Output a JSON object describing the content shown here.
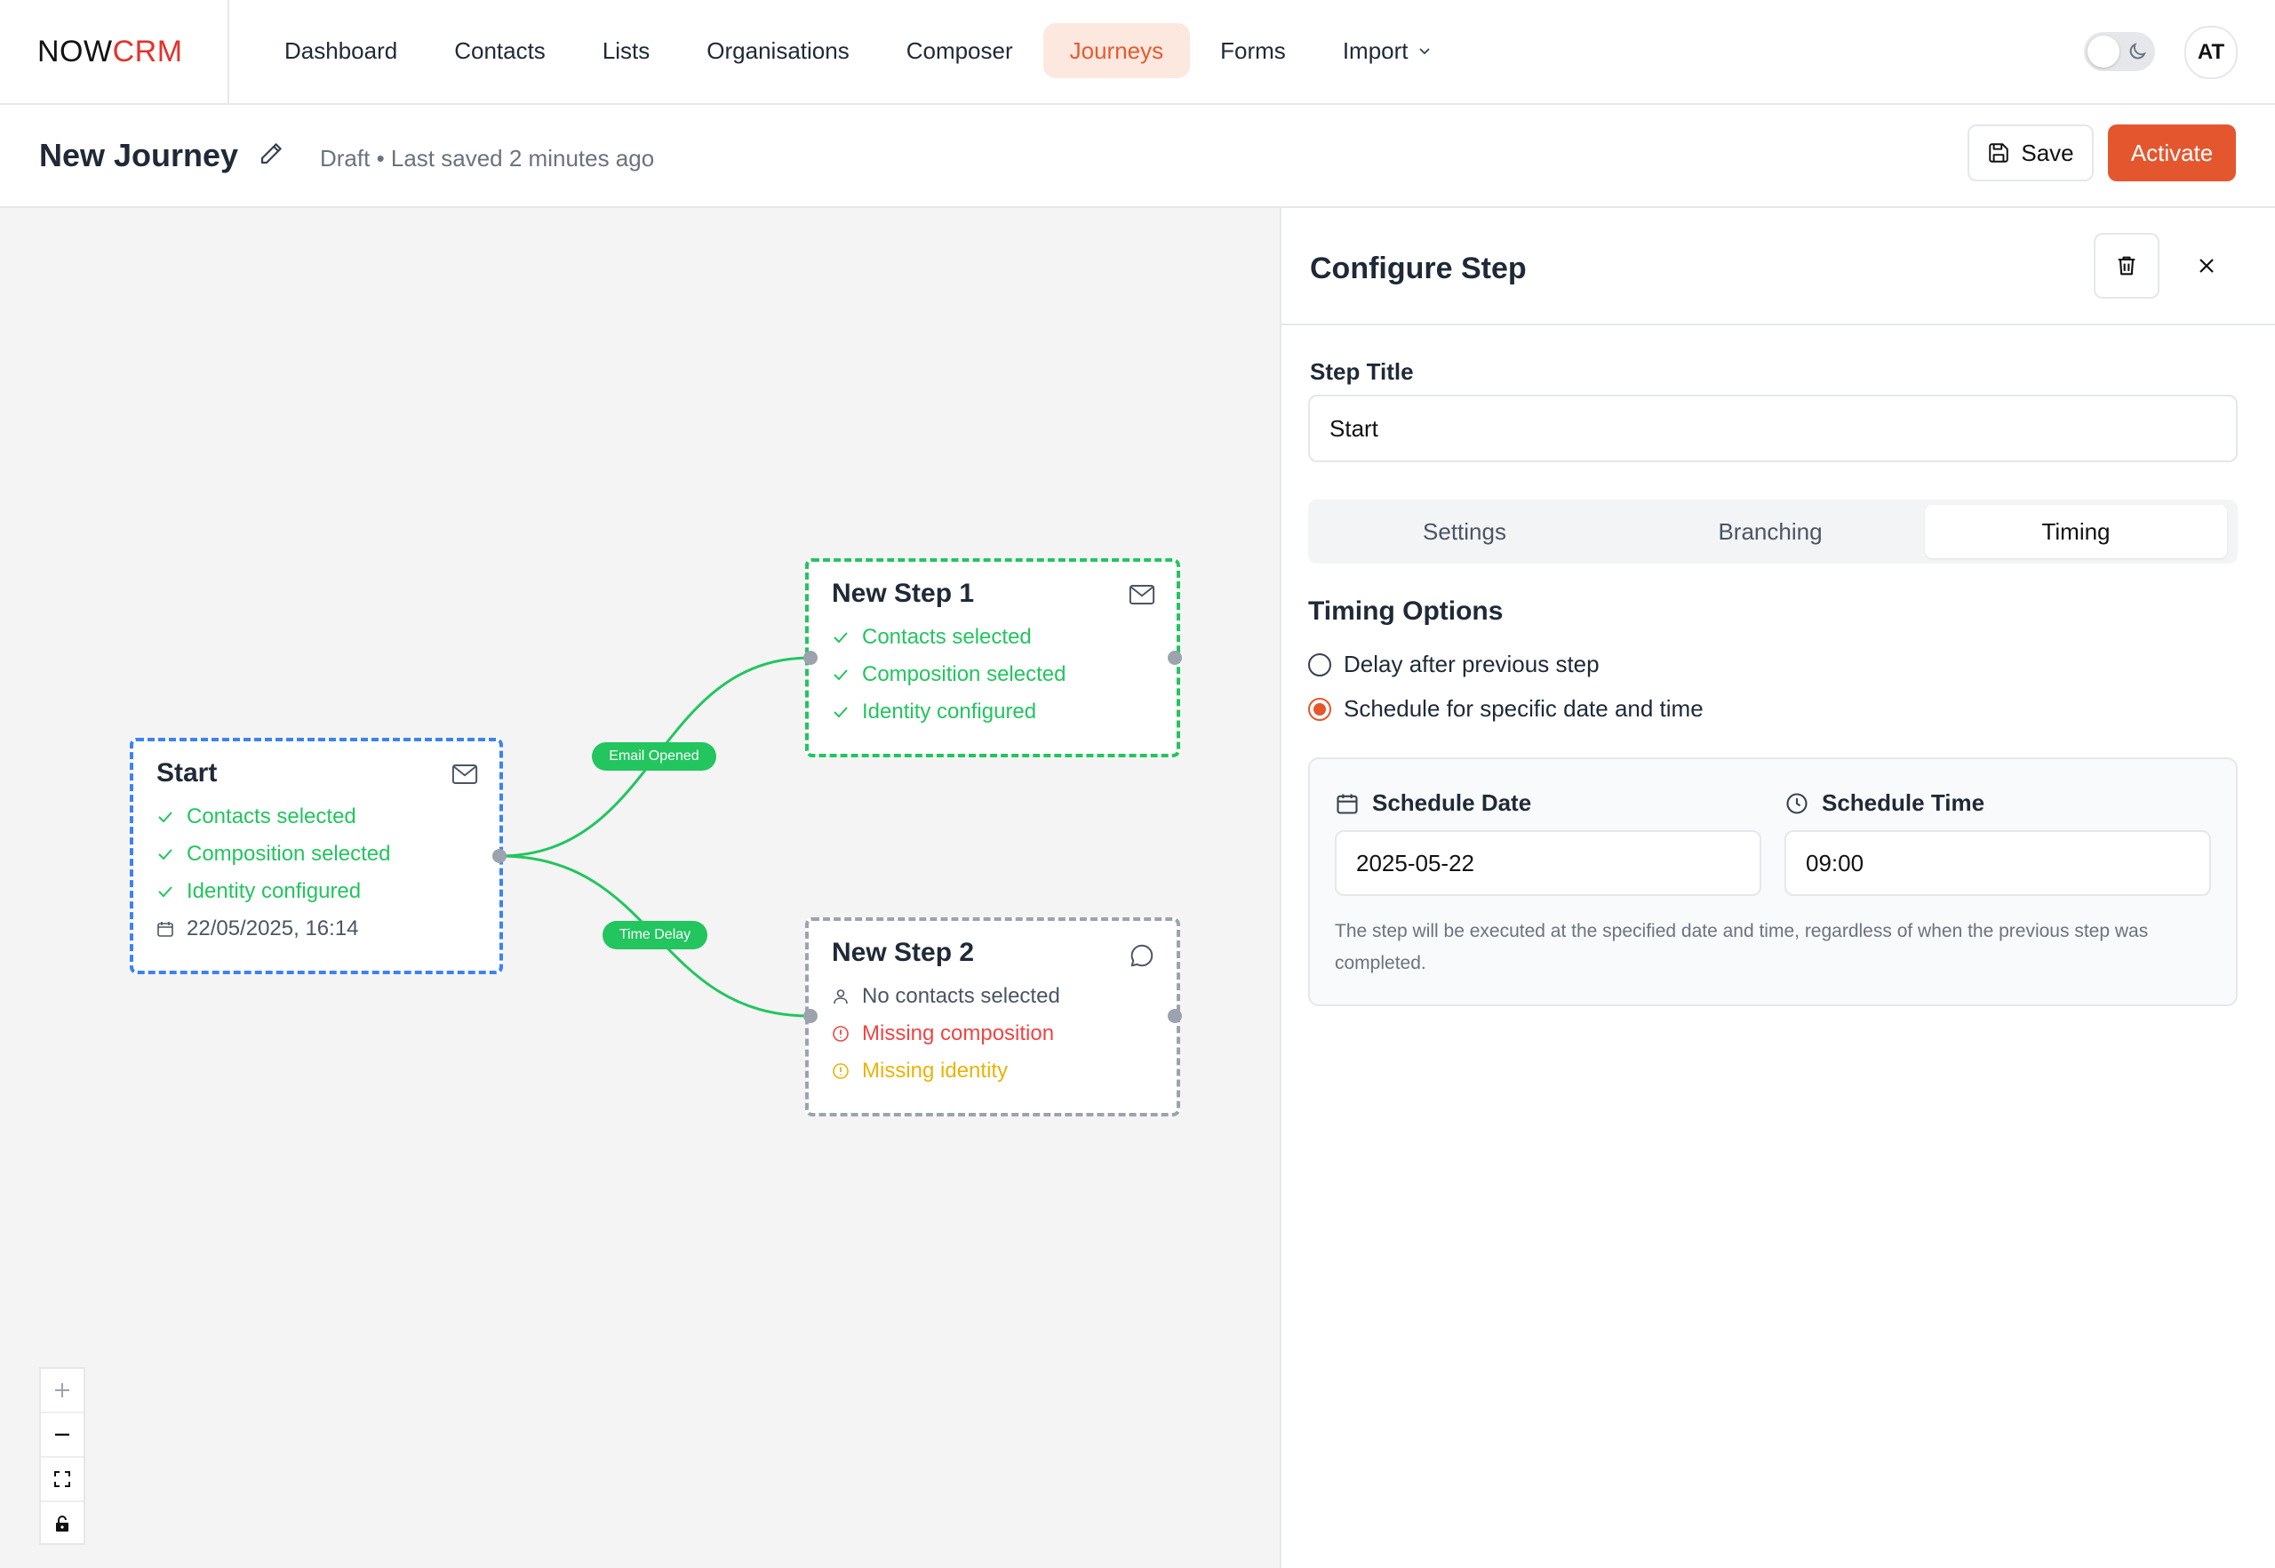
{
  "brand": {
    "part1": "NOW",
    "part2": "CRM"
  },
  "nav": {
    "items": [
      "Dashboard",
      "Contacts",
      "Lists",
      "Organisations",
      "Composer",
      "Journeys",
      "Forms",
      "Import"
    ],
    "active": "Journeys"
  },
  "user": {
    "initials": "AT"
  },
  "journey": {
    "title": "New Journey",
    "status": "Draft • Last saved 2 minutes ago",
    "save_label": "Save",
    "activate_label": "Activate"
  },
  "nodes": {
    "start": {
      "title": "Start",
      "items": [
        "Contacts selected",
        "Composition selected",
        "Identity configured"
      ],
      "date": "22/05/2025, 16:14"
    },
    "step1": {
      "title": "New Step 1",
      "items": [
        "Contacts selected",
        "Composition selected",
        "Identity configured"
      ]
    },
    "step2": {
      "title": "New Step 2",
      "contacts": "No contacts selected",
      "composition": "Missing composition",
      "identity": "Missing identity"
    }
  },
  "edges": {
    "email_opened": "Email Opened",
    "time_delay": "Time Delay"
  },
  "panel": {
    "title": "Configure Step",
    "step_title_label": "Step Title",
    "step_title_value": "Start",
    "tabs": [
      "Settings",
      "Branching",
      "Timing"
    ],
    "active_tab": "Timing",
    "timing": {
      "title": "Timing Options",
      "option_delay": "Delay after previous step",
      "option_schedule": "Schedule for specific date and time",
      "selected": "schedule",
      "date_label": "Schedule Date",
      "date_value": "2025-05-22",
      "time_label": "Schedule Time",
      "time_value": "09:00",
      "help": "The step will be executed at the specified date and time, regardless of when the previous step was completed."
    }
  },
  "colors": {
    "accent": "#e4572e",
    "success": "#22c55e",
    "selection": "#3b82f6",
    "error": "#ef4444",
    "warning": "#eab308"
  }
}
